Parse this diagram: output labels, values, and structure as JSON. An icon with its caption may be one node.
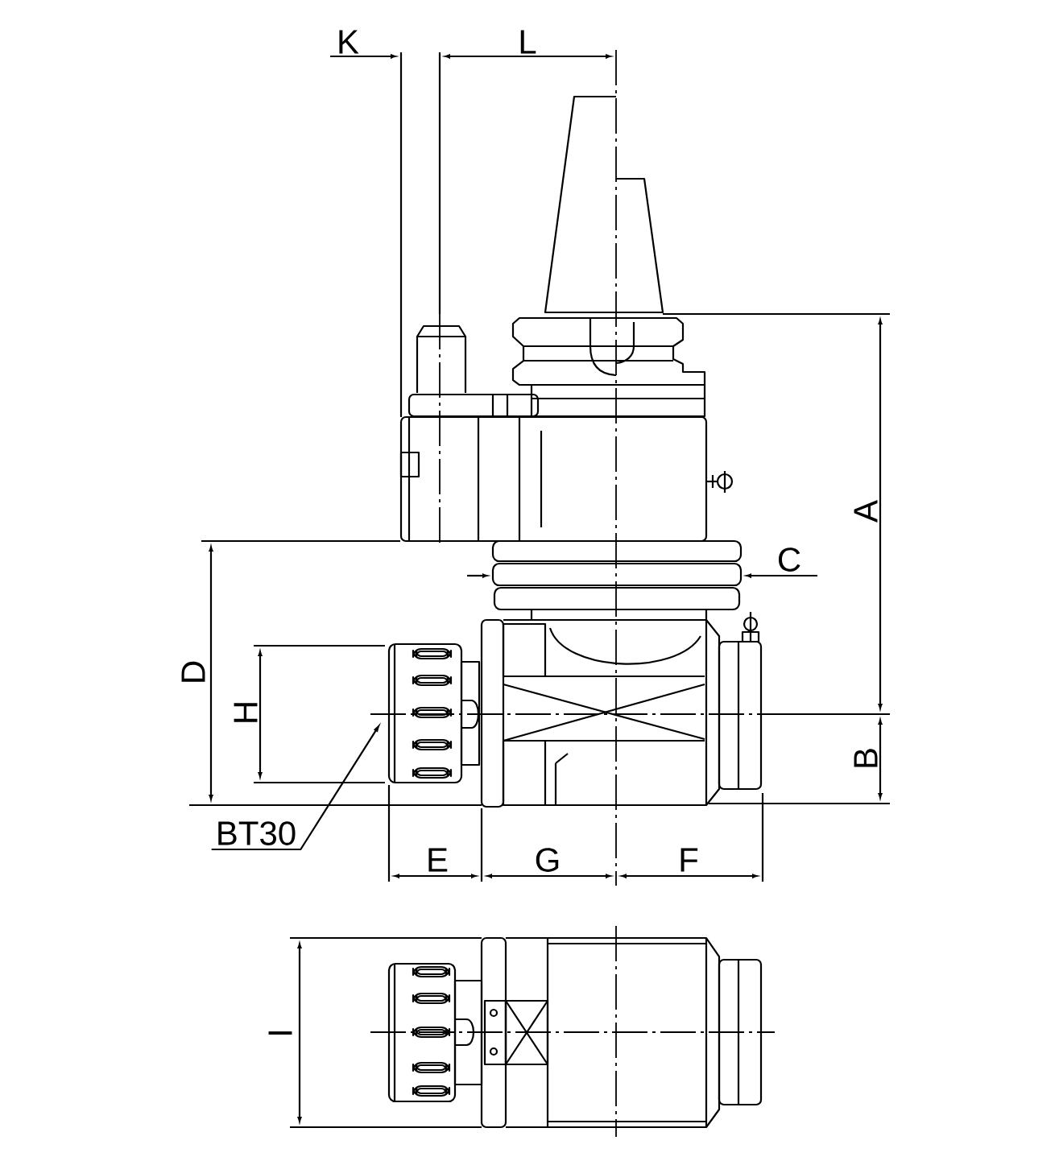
{
  "diagram": {
    "nodes": [
      {
        "text": [
          "BT30"
        ]
      },
      {
        "text": [],
        "shape": "picture"
      }
    ],
    "edges": [
      {
        "from": 0,
        "to": 1,
        "arrow": "to"
      }
    ],
    "labels": [
      "K",
      "L",
      "A",
      "C",
      "D",
      "H",
      "B",
      "E",
      "G",
      "F",
      "I"
    ]
  }
}
